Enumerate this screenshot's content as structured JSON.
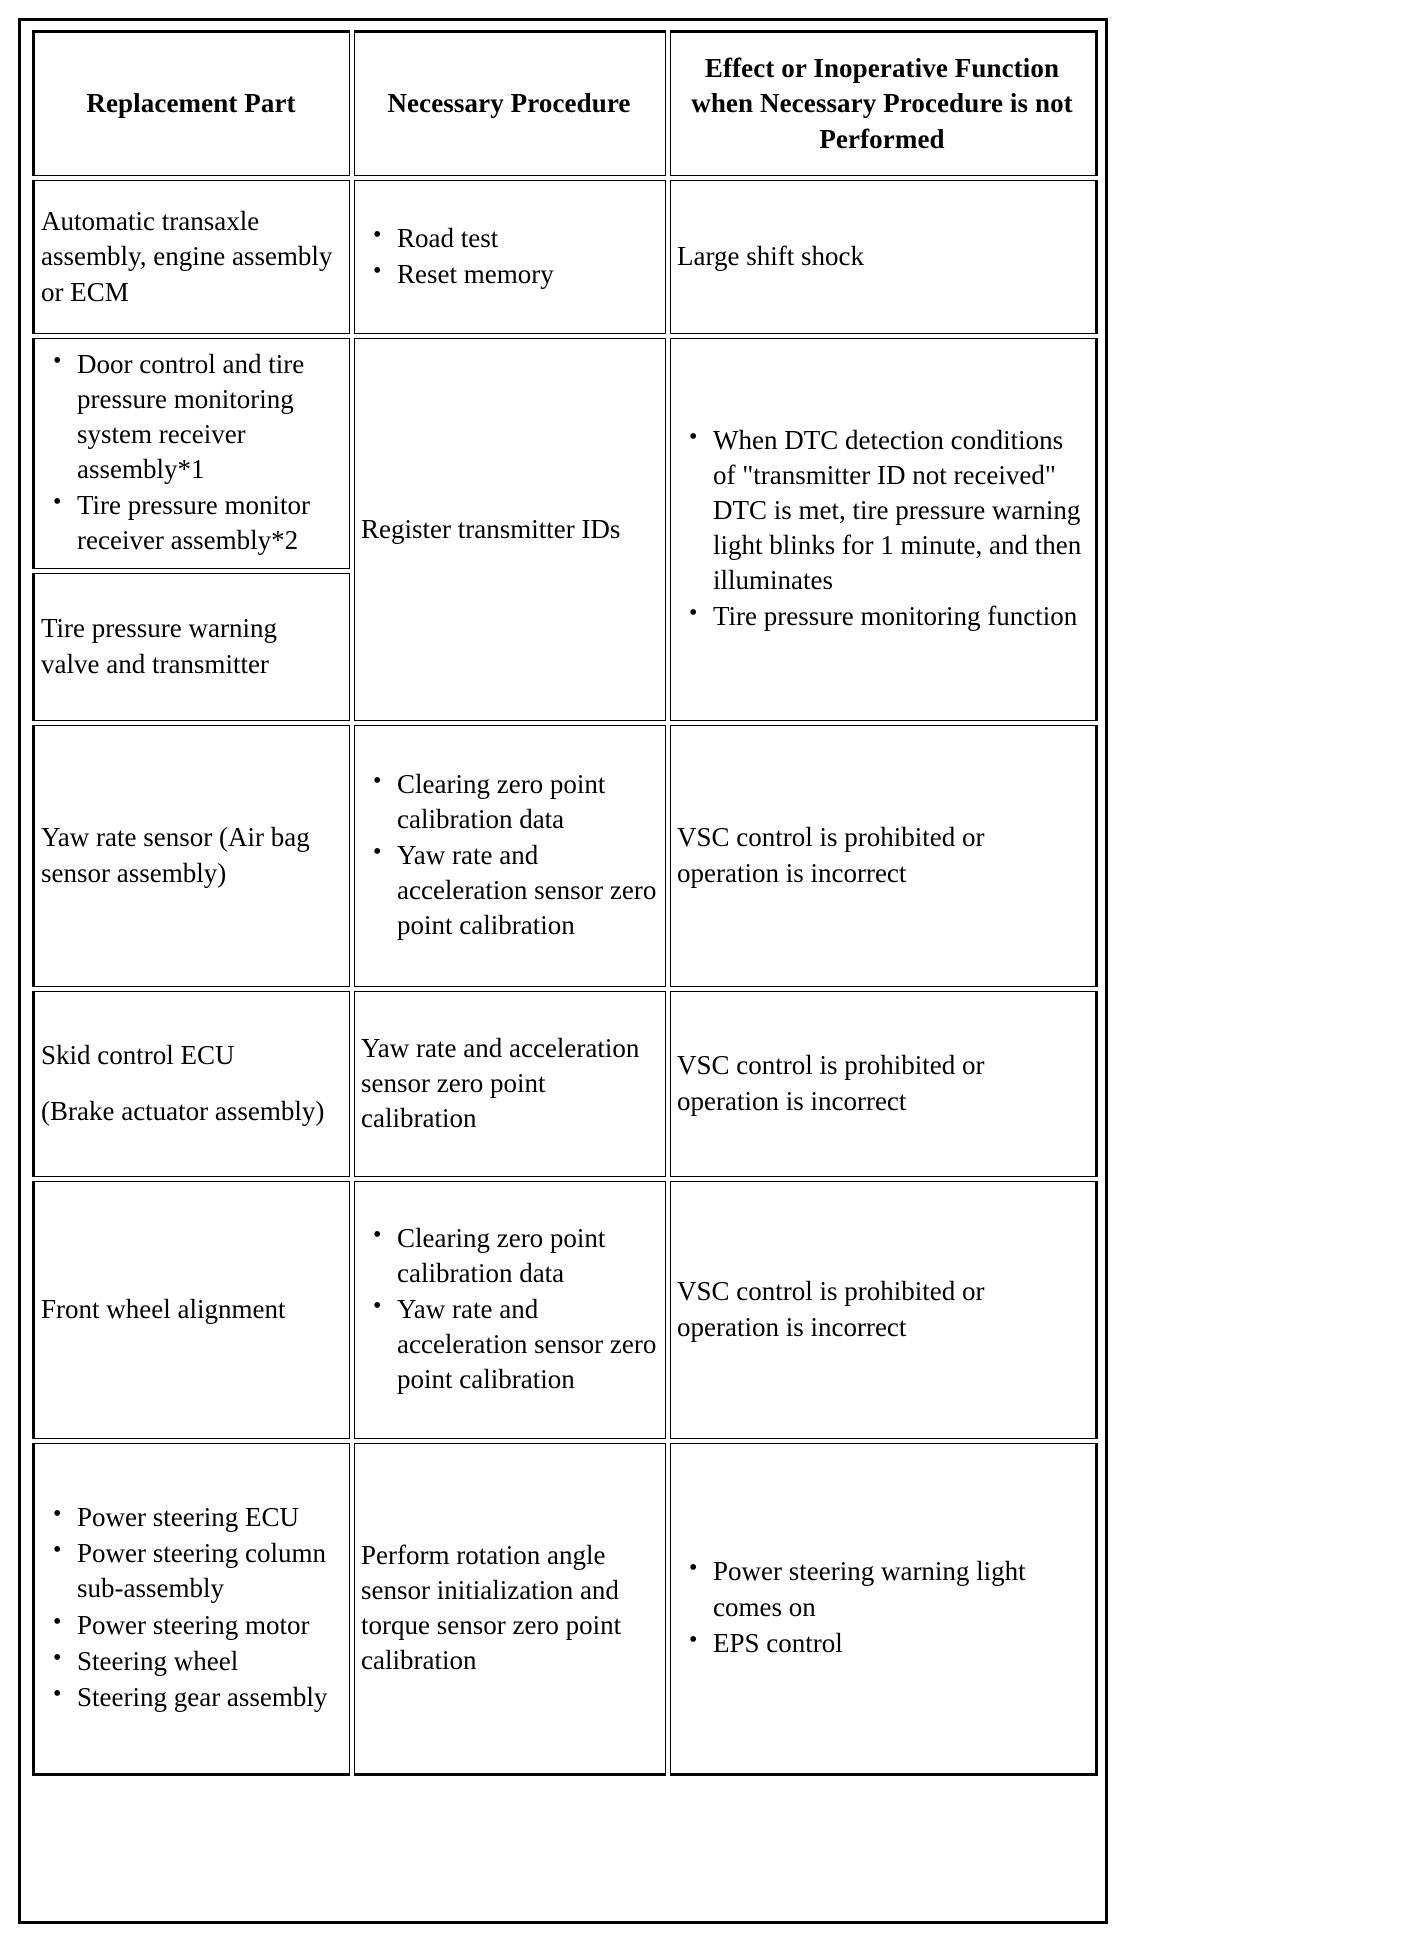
{
  "table": {
    "headers": [
      "Replacement Part",
      "Necessary Procedure",
      "Effect or Inoperative Function when Necessary Procedure is not Performed"
    ],
    "rows": [
      {
        "part_text": "Automatic transaxle assembly, engine assembly or ECM",
        "procedure_bullets": [
          "Road test",
          "Reset memory"
        ],
        "effect_text": "Large shift shock"
      },
      {
        "part_bullets": [
          "Door control and tire pressure monitoring system receiver assembly*1",
          "Tire pressure monitor receiver assembly*2"
        ],
        "part_text_2": "Tire pressure warning valve and transmitter",
        "procedure_text": "Register transmitter IDs",
        "effect_bullets": [
          "When DTC detection conditions of \"transmitter ID not received\" DTC is met, tire pressure warning light blinks for 1 minute, and then illuminates",
          "Tire pressure monitoring function"
        ]
      },
      {
        "part_text": "Yaw rate sensor (Air bag sensor assembly)",
        "procedure_bullets": [
          "Clearing zero point calibration data",
          "Yaw rate and acceleration sensor zero point calibration"
        ],
        "effect_text": "VSC control is prohibited or operation is incorrect"
      },
      {
        "part_text_line1": "Skid control ECU",
        "part_text_line2": "(Brake actuator assembly)",
        "procedure_text": "Yaw rate and acceleration sensor zero point calibration",
        "effect_text": "VSC control is prohibited or operation is incorrect"
      },
      {
        "part_text": "Front wheel alignment",
        "procedure_bullets": [
          "Clearing zero point calibration data",
          "Yaw rate and acceleration sensor zero point calibration"
        ],
        "effect_text": "VSC control is prohibited or operation is incorrect"
      },
      {
        "part_bullets": [
          "Power steering ECU",
          "Power steering column sub-assembly",
          "Power steering motor",
          "Steering wheel",
          "Steering gear assembly"
        ],
        "procedure_text": "Perform rotation angle sensor initialization and torque sensor zero point calibration",
        "effect_bullets": [
          "Power steering warning light comes on",
          "EPS control"
        ]
      }
    ]
  },
  "colors": {
    "border": "#000000",
    "text": "#000000",
    "background": "#ffffff"
  }
}
